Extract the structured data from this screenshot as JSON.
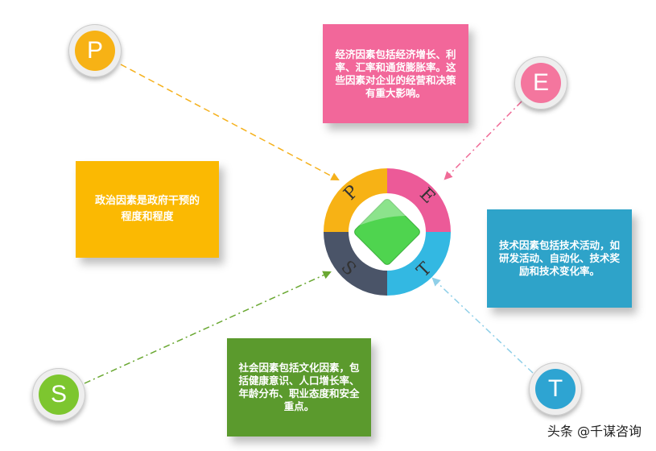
{
  "center": {
    "letters": [
      "P",
      "E",
      "S",
      "T"
    ],
    "colors": {
      "P": "#f7b215",
      "E": "#ec5a98",
      "S": "#4a5468",
      "T": "#33b8e2",
      "diamond": "#4fd44f"
    }
  },
  "nodes": {
    "P": {
      "letter": "P",
      "color": "#f7b215"
    },
    "E": {
      "letter": "E",
      "color": "#f4769e"
    },
    "S": {
      "letter": "S",
      "color": "#7dc62f"
    },
    "T": {
      "letter": "T",
      "color": "#2ea4d2"
    }
  },
  "boxes": {
    "economic": {
      "text": "经济因素包括经济增长、利率、汇率和通货膨胀率。这些因素对企业的经营和决策有重大影响。",
      "color": "#f2679a"
    },
    "political": {
      "text": "政治因素是政府干预的程度和程度",
      "color": "#fbb902"
    },
    "technological": {
      "text": "技术因素包括技术活动，如研发活动、自动化、技术奖励和技术变化率。",
      "color": "#2ea3c9"
    },
    "social": {
      "text": "社会因素包括文化因素，包括健康意识、人口增长率、年龄分布、职业态度和安全重点。",
      "color": "#5b9a2d"
    }
  },
  "watermark": "头条 @千谋咨询"
}
